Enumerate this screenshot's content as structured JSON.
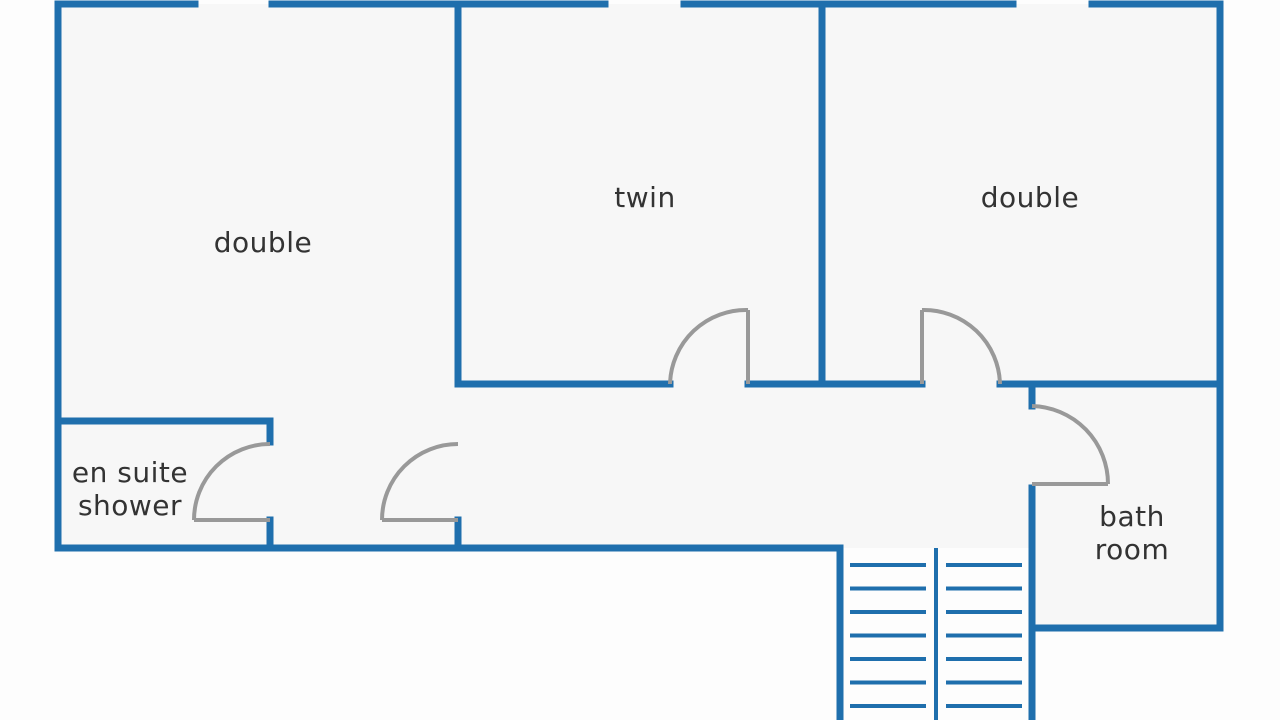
{
  "rooms": {
    "double_left": "double",
    "twin": "twin",
    "double_right": "double",
    "ensuite_line1": "en suite",
    "ensuite_line2": "shower",
    "bath_line1": "bath",
    "bath_line2": "room"
  },
  "colors": {
    "wall": "#1f6fad",
    "door": "#999999",
    "floor": "#f7f7f7",
    "background": "#fdfdfd",
    "label": "#333333"
  },
  "stairs": {
    "steps_per_flight": 7,
    "flights": 2
  }
}
